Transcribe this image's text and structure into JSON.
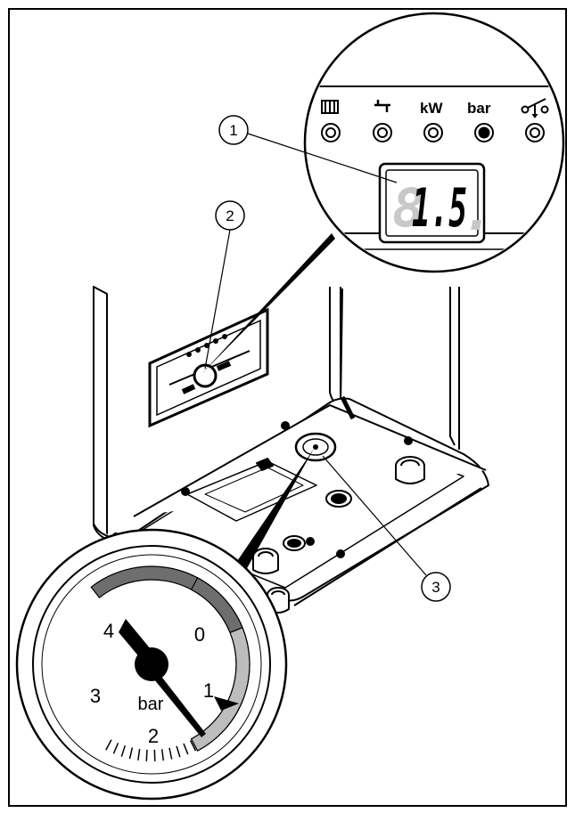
{
  "display": {
    "indicators": [
      {
        "key": "heating",
        "label": "",
        "icon": "radiator-icon",
        "active": false
      },
      {
        "key": "hot_water",
        "label": "",
        "icon": "tap-icon",
        "active": false
      },
      {
        "key": "power",
        "label": "kW",
        "icon": "",
        "active": false
      },
      {
        "key": "pressure",
        "label": "bar",
        "icon": "",
        "active": true
      },
      {
        "key": "switch",
        "label": "",
        "icon": "switch-icon",
        "active": false
      }
    ],
    "digits_dim": "8",
    "digits": "1.5",
    "trailing_dot": "."
  },
  "callouts": [
    {
      "id": 1,
      "label": "1"
    },
    {
      "id": 2,
      "label": "2"
    },
    {
      "id": 3,
      "label": "3"
    }
  ],
  "gauge": {
    "unit": "bar",
    "scale_labels": [
      "0",
      "1",
      "2",
      "3",
      "4"
    ],
    "needle_value": 1.5,
    "min_marker_value": 1,
    "colors": {
      "dark_band": "#6e6e6e",
      "light_band": "#bdbdbd",
      "hatch": "#dedede"
    }
  }
}
